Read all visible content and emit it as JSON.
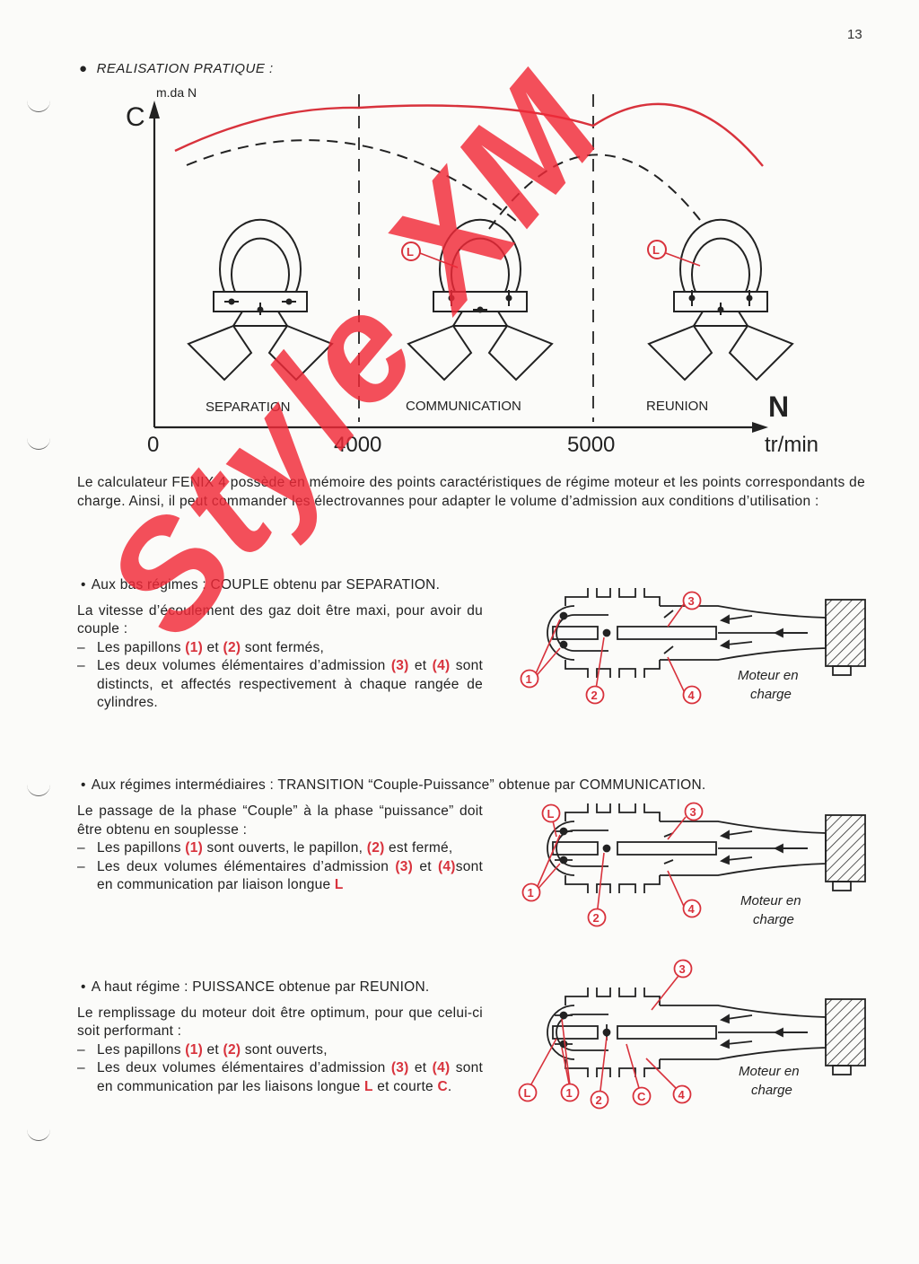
{
  "page": {
    "number": "13"
  },
  "section": {
    "bullet": "●",
    "title": "REALISATION PRATIQUE :"
  },
  "chart_data": {
    "type": "line",
    "y_axis_label": "C",
    "y_axis_unit": "m.da N",
    "x_axis_label": "N",
    "x_axis_unit": "tr/min",
    "x_ticks": [
      "0",
      "4000",
      "5000"
    ],
    "modes": [
      {
        "label": "SEPARATION",
        "marker": ""
      },
      {
        "label": "COMMUNICATION",
        "marker": "L"
      },
      {
        "label": "REUNION",
        "marker": "L"
      }
    ]
  },
  "intro": "Le calculateur FENIX 4 possède en mémoire des points caractéristiques de régime moteur et les points correspondants de charge. Ainsi, il peut commander les électrovannes pour adapter le volume d’admission aux conditions d’utilisation :",
  "sections": [
    {
      "heading": "Aux bas régimes : COUPLE obtenu par SEPARATION.",
      "body": "La vitesse d’écoulement des gaz doit être maxi, pour avoir du couple :",
      "items": [
        [
          "Les papillons ",
          "(1)",
          " et ",
          "(2)",
          " sont fermés,"
        ],
        [
          "Les deux volumes élémentaires d’admission ",
          "(3)",
          " et ",
          "(4)",
          " sont distincts, et affectés respectivement à chaque rangée de cylindres."
        ]
      ],
      "diagram_caption_1": "Moteur en",
      "diagram_caption_2": "charge",
      "callouts": [
        "1",
        "2",
        "3",
        "4"
      ]
    },
    {
      "heading": "Aux régimes intermédiaires : TRANSITION “Couple-Puissance” obtenue par COMMUNICATION.",
      "body": "Le passage de la phase “Couple” à la phase “puissance” doit être obtenu en souplesse :",
      "items": [
        [
          "Les papillons ",
          "(1)",
          " sont ouverts, le papillon, ",
          "(2)",
          " est fermé,"
        ],
        [
          "Les deux volumes élémentaires d’admission ",
          "(3)",
          " et ",
          "(4)",
          "sont en communication par liaison longue ",
          "L",
          ""
        ]
      ],
      "diagram_caption_1": "Moteur en",
      "diagram_caption_2": "charge",
      "callouts": [
        "L",
        "1",
        "2",
        "3",
        "4"
      ]
    },
    {
      "heading": "A haut régime : PUISSANCE obtenue par REUNION.",
      "body": "Le remplissage du moteur doit être optimum, pour que celui-ci soit performant :",
      "items": [
        [
          "Les papillons ",
          "(1)",
          " et ",
          "(2)",
          " sont ouverts,"
        ],
        [
          "Les deux volumes élémentaires d’admission ",
          "(3)",
          " et ",
          "(4)",
          " sont en communication par les liaisons longue ",
          "L",
          " et courte ",
          "C",
          "."
        ]
      ],
      "diagram_caption_1": "Moteur en",
      "diagram_caption_2": "charge",
      "callouts": [
        "L",
        "1",
        "2",
        "C",
        "4",
        "3"
      ]
    }
  ],
  "watermark": "Style XM",
  "colors": {
    "accent_red": "#d8323c",
    "ink": "#222222"
  }
}
